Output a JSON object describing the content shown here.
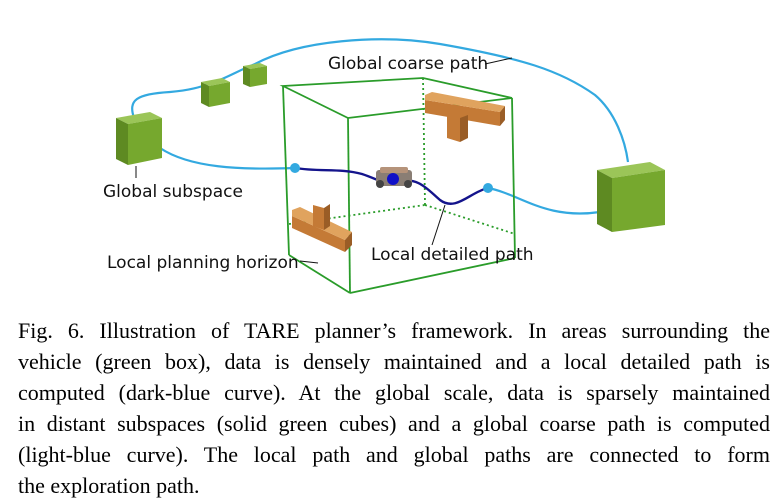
{
  "figure": {
    "labels": {
      "global_coarse_path": "Global coarse path",
      "global_subspace": "Global subspace",
      "local_planning_horizon": "Local planning horizon",
      "local_detailed_path": "Local detailed path"
    },
    "colors": {
      "cube_green": "#76a82e",
      "box_outline_green": "#2a9c2a",
      "coarse_path_light_blue": "#33a9e0",
      "detailed_path_dark_blue": "#14148c",
      "obstacle_orange": "#c47a36"
    }
  },
  "caption": {
    "lines": [
      "Fig. 6.   Illustration of TARE planner’s framework. In areas surrounding the",
      "vehicle (green box), data is densely maintained and a local detailed path is",
      "computed (dark-blue curve). At the global scale, data is sparsely maintained",
      "in distant subspaces (solid green cubes) and a global coarse path is computed",
      "(light-blue curve). The local path and global paths are connected to form",
      "the exploration path."
    ]
  }
}
